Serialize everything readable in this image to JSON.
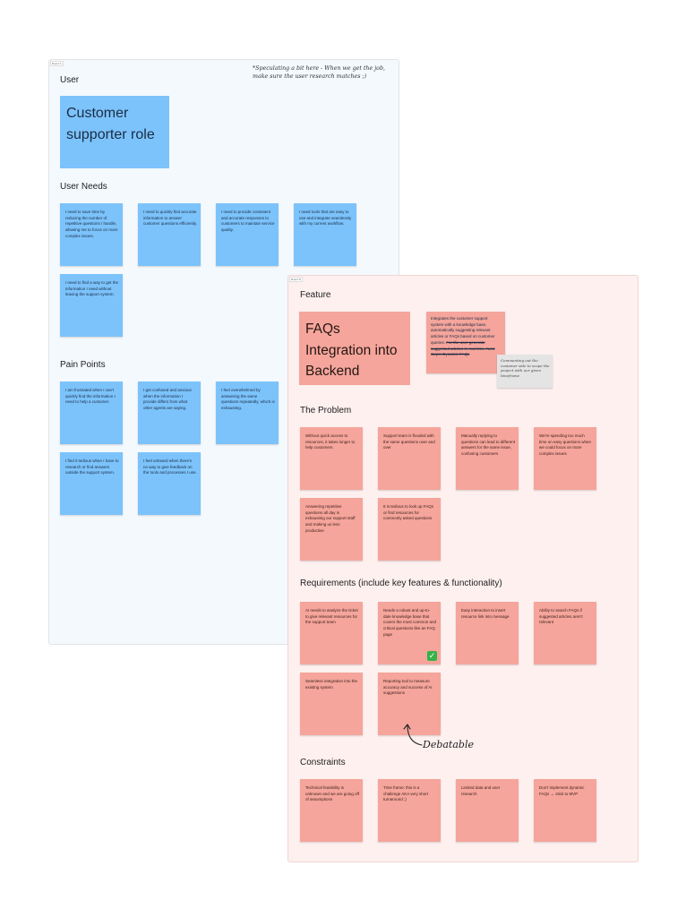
{
  "user_frame": {
    "tag": "Board A",
    "user_heading": "User",
    "note": "*Speculating a bit here - When we get the job, make sure the user research matches ;)",
    "role": "Customer supporter role",
    "user_needs_heading": "User Needs",
    "user_needs": [
      "I need to save time by reducing the number of repetitive questions I handle, allowing me to focus on more complex issues.",
      "I need to quickly find accurate information to answer customer questions efficiently.",
      "I need to provide consistent and accurate responses to customers to maintain service quality.",
      "I need tools that are easy to use and integrate seamlessly with my current workflow.",
      "I need to find a way to get the information I need without leaving the support system."
    ],
    "pain_points_heading": "Pain Points",
    "pain_points": [
      "I am frustrated when I can't quickly find the information I need to help a customer.",
      "I get confused and anxious when the information I provide differs from what other agents are saying.",
      "I feel overwhelmed by answering the same questions repeatedly, which is exhausting.",
      "I find it tedious when I have to research or find answers outside the support system.",
      "I feel unheard when there's no way to give feedback on the tools and processes I use."
    ]
  },
  "feature_frame": {
    "tag": "Board B",
    "feature_heading": "Feature",
    "feature_title": "FAQs Integration into Backend",
    "feature_description": "Integrates the customer support system with a knowledge base, automatically suggesting relevant articles or FAQs based on customer queries.",
    "feature_description_struck": "For the user generate suggested articles in real-time. Next steps: Dynamic FAQs",
    "comment": "Commenting out the customer side to scope the project with our given timeframe",
    "problem_heading": "The Problem",
    "problems": [
      "Without quick access to resources, it takes longer to help customers",
      "Support team is flooded with the same questions over and over",
      "Manually replying to questions can lead to different answers for the same issue, confusing customers",
      "We're spending too much time on easy questions when we could focus on more complex issues",
      "Answering repetitive questions all day is exhausting our support staff and making us less productive",
      "It is tedious to look up FAQs or find resources for commonly asked questions"
    ],
    "requirements_heading": "Requirements (include key features & functionality)",
    "requirements": [
      "AI needs to analyze the ticket to give relevant resources for the support team",
      "Needs a robust and up-to-date knowledge base that covers the most common and critical questions like an FAQ page",
      "Easy interaction to insert resource link into message",
      "Ability to search FAQs if suggested articles aren't relevant",
      "Seamless integration into the existing system",
      "Reporting tool to measure accuracy and success of AI suggestions"
    ],
    "check_icon": "white-check-mark-icon",
    "debatable_note": "Debatable",
    "constraints_heading": "Constraints",
    "constraints": [
      "Technical feasibility is unknown and we are going off of assumptions",
      "Time frame: this is a challenge AKA very short turnaround ;)",
      "Limited data and user research",
      "Don't implement dynamic FAQs → stick to MVP"
    ]
  },
  "colors": {
    "blue_sticky": "#7cc3fb",
    "pink_sticky": "#f5a59b",
    "blue_frame": "#f4f9fe",
    "pink_frame": "#fdf0ef"
  }
}
